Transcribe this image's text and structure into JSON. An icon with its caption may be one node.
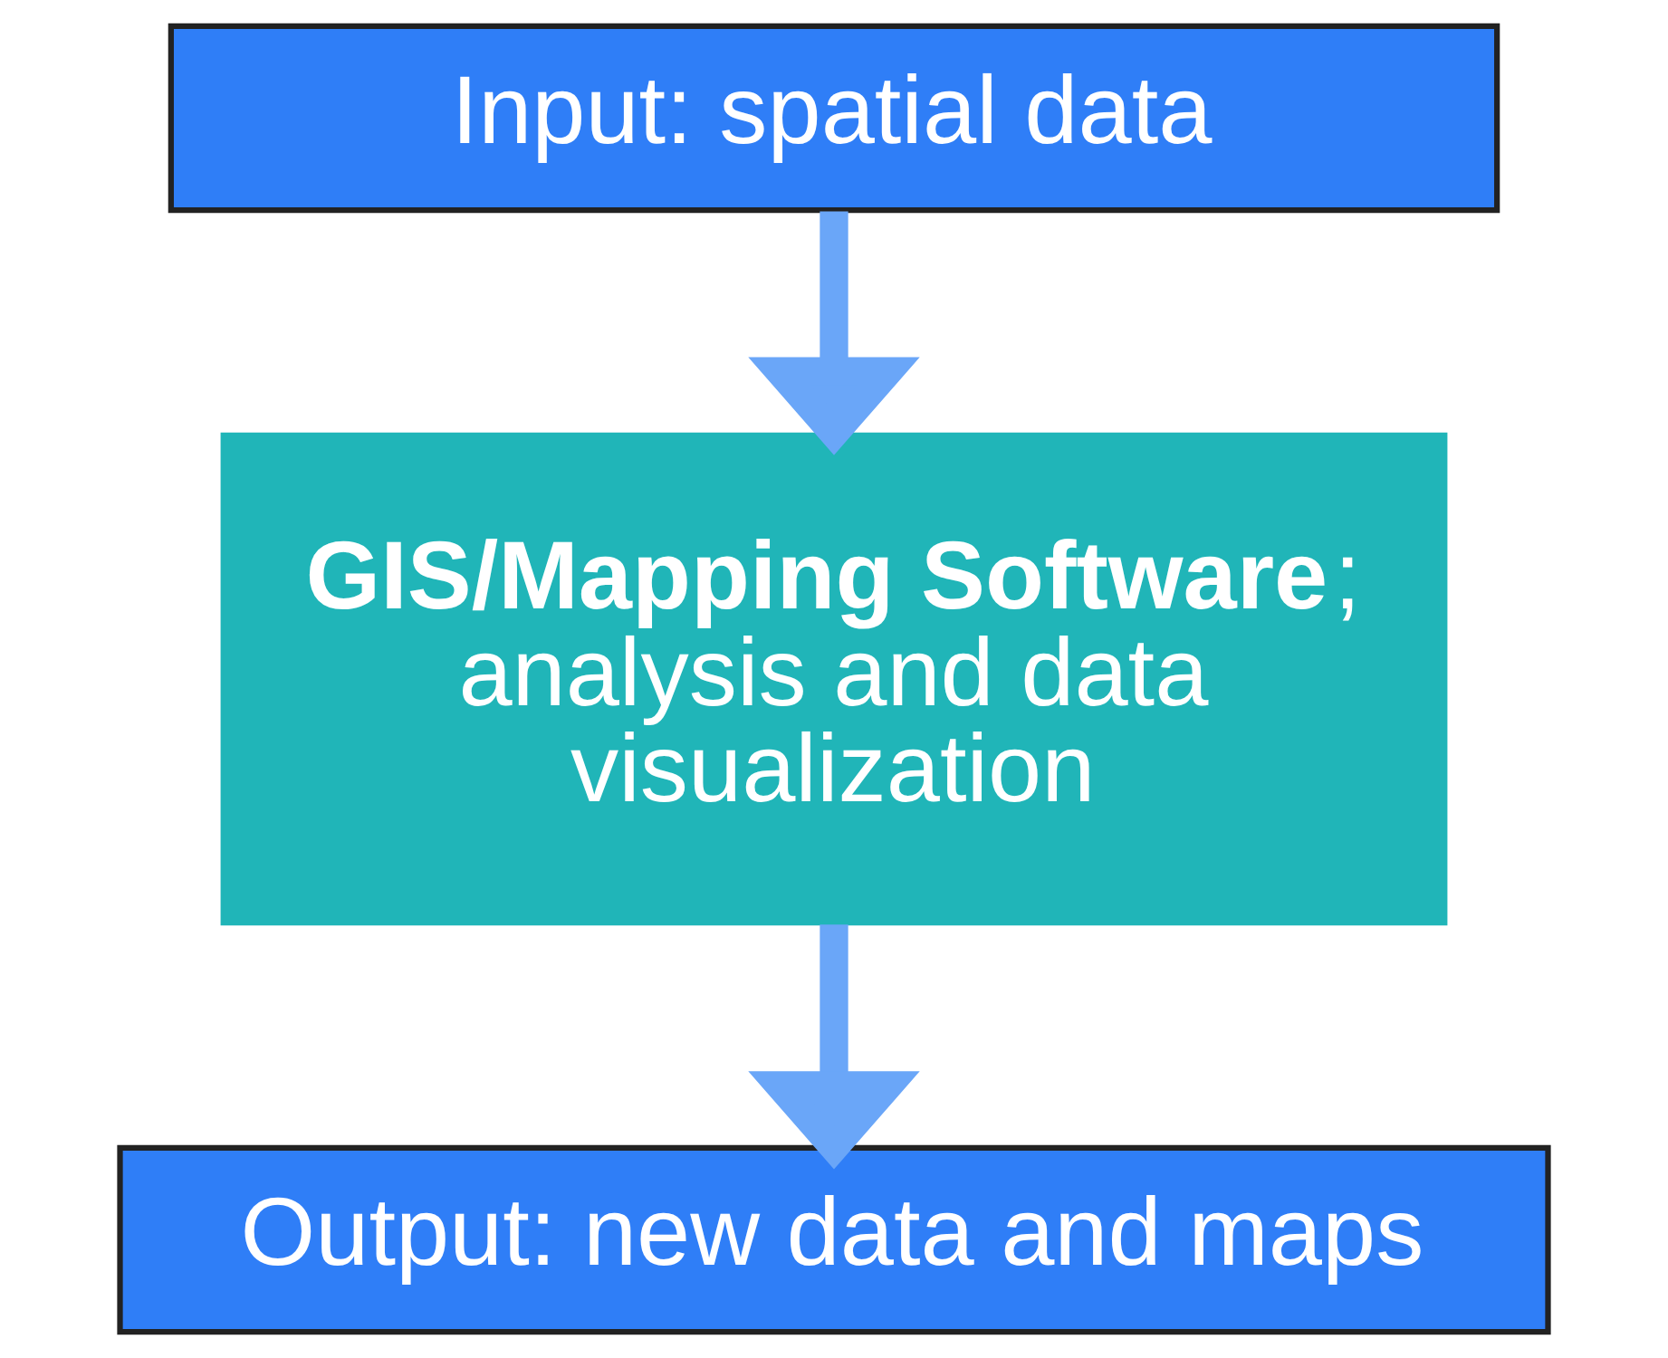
{
  "diagram": {
    "nodes": [
      {
        "text": [
          "Input: spatial data"
        ]
      },
      {
        "text": [
          "**GIS/Mapping Software**; analysis and data visualization"
        ]
      },
      {
        "text": [
          "Output: new data and maps"
        ]
      }
    ],
    "edges": [
      {
        "from": 0,
        "to": 1,
        "arrow": "to"
      },
      {
        "from": 1,
        "to": 2,
        "arrow": "to"
      }
    ]
  }
}
